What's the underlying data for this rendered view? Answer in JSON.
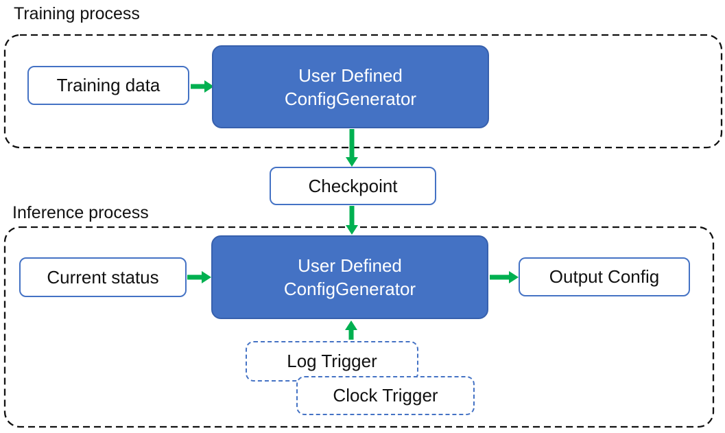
{
  "colors": {
    "node_fill_blue": "#4472C4",
    "node_border_blue": "#4472C4",
    "arrow_green": "#00B050",
    "container_dash_black": "#111111",
    "text_dark": "#111111",
    "text_light": "#FFFFFF"
  },
  "training": {
    "title": "Training process",
    "input_label": "Training data",
    "generator_line1": "User Defined",
    "generator_line2": "ConfigGenerator"
  },
  "checkpoint_label": "Checkpoint",
  "inference": {
    "title": "Inference process",
    "input_label": "Current status",
    "generator_line1": "User Defined",
    "generator_line2": "ConfigGenerator",
    "output_label": "Output Config",
    "log_trigger_label": "Log Trigger",
    "clock_trigger_label": "Clock Trigger"
  }
}
